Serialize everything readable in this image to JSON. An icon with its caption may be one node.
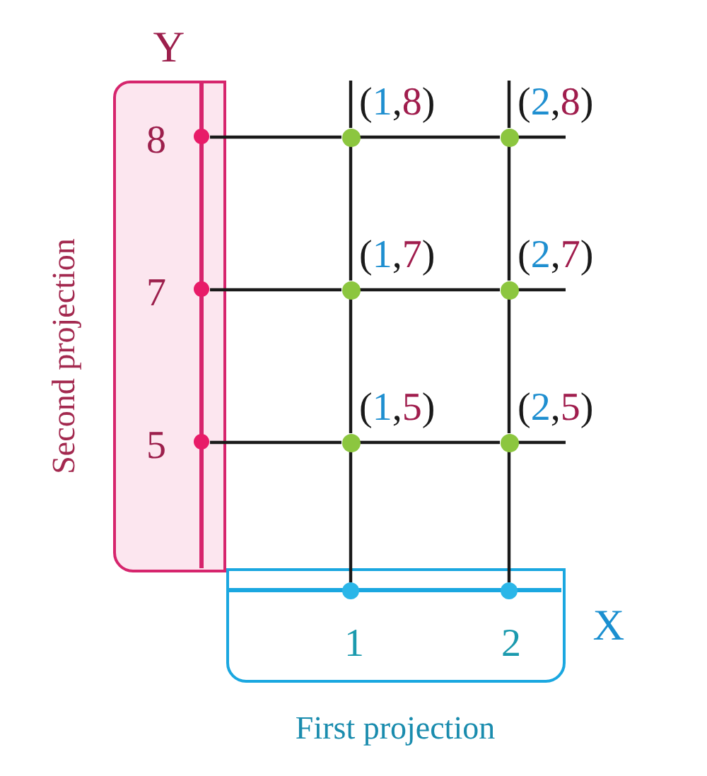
{
  "diagram": {
    "nodes": [
      {
        "text": [
          "Y"
        ],
        "beside": [
          "Second projection"
        ]
      },
      {
        "text": [],
        "shape": "circle",
        "in": 0,
        "beside": [
          "8"
        ]
      },
      {
        "text": [],
        "shape": "circle",
        "in": 0,
        "beside": [
          "7"
        ]
      },
      {
        "text": [],
        "shape": "circle",
        "in": 0,
        "beside": [
          "5"
        ]
      },
      {
        "text": [],
        "shape": "circle",
        "beside": [
          "(1,8)"
        ]
      },
      {
        "text": [],
        "shape": "circle",
        "beside": [
          "(2,8)"
        ]
      },
      {
        "text": [],
        "shape": "circle",
        "beside": [
          "(1,7)"
        ]
      },
      {
        "text": [],
        "shape": "circle",
        "beside": [
          "(2,7)"
        ]
      },
      {
        "text": [],
        "shape": "circle",
        "beside": [
          "(1,5)"
        ]
      },
      {
        "text": [],
        "shape": "circle",
        "beside": [
          "(2,5)"
        ]
      },
      {
        "text": [
          "X"
        ],
        "beside": [
          "First projection"
        ]
      },
      {
        "text": [],
        "shape": "circle",
        "in": 10,
        "beside": [
          "1"
        ]
      },
      {
        "text": [],
        "shape": "circle",
        "in": 10,
        "beside": [
          "2"
        ]
      }
    ],
    "edges": [
      {
        "from": 1,
        "to": 4,
        "arrow": "none"
      },
      {
        "from": 4,
        "to": 5,
        "arrow": "none"
      },
      {
        "from": 5,
        "to": null,
        "arrow": "none"
      },
      {
        "from": 2,
        "to": 6,
        "arrow": "none"
      },
      {
        "from": 6,
        "to": 7,
        "arrow": "none"
      },
      {
        "from": 7,
        "to": null,
        "arrow": "none"
      },
      {
        "from": 3,
        "to": 8,
        "arrow": "none"
      },
      {
        "from": 8,
        "to": 9,
        "arrow": "none"
      },
      {
        "from": 9,
        "to": null,
        "arrow": "none"
      },
      {
        "from": 11,
        "to": 8,
        "arrow": "none"
      },
      {
        "from": 8,
        "to": 6,
        "arrow": "none"
      },
      {
        "from": 6,
        "to": 4,
        "arrow": "none"
      },
      {
        "from": 4,
        "to": null,
        "arrow": "none"
      },
      {
        "from": 12,
        "to": 9,
        "arrow": "none"
      },
      {
        "from": 9,
        "to": 7,
        "arrow": "none"
      },
      {
        "from": 7,
        "to": 5,
        "arrow": "none"
      },
      {
        "from": 5,
        "to": null,
        "arrow": "none"
      }
    ]
  }
}
